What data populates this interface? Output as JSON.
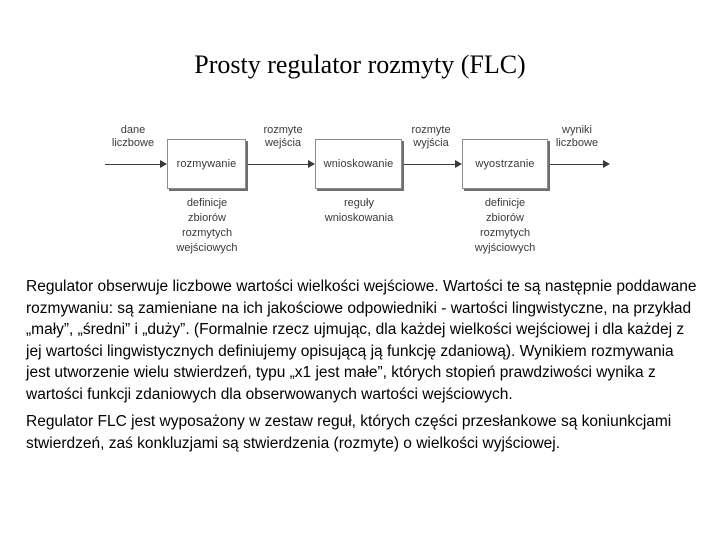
{
  "slide": {
    "title": "Prosty regulator rozmyty (FLC)"
  },
  "diagram": {
    "input_label_line1": "dane",
    "input_label_line2": "liczbowe",
    "output_label_line1": "wyniki",
    "output_label_line2": "liczbowe",
    "mid_label_1_line1": "rozmyte",
    "mid_label_1_line2": "wejścia",
    "mid_label_2_line1": "rozmyte",
    "mid_label_2_line2": "wyjścia",
    "boxes": [
      {
        "label": "rozmywanie"
      },
      {
        "label": "wnioskowanie"
      },
      {
        "label": "wyostrzanie"
      }
    ],
    "sub_captions": [
      {
        "line1": "definicje",
        "line2": "zbiorów",
        "line3": "rozmytych",
        "line4": "wejściowych"
      },
      {
        "line1": "reguły",
        "line2": "wnioskowania",
        "line3": "",
        "line4": ""
      },
      {
        "line1": "definicje",
        "line2": "zbiorów",
        "line3": "rozmytych",
        "line4": "wyjściowych"
      }
    ]
  },
  "content": {
    "paragraph_1": "Regulator obserwuje liczbowe wartości wielkości wejściowe. Wartości te są następnie poddawane rozmywaniu: są zamieniane na ich jakościowe odpowiedniki - wartości lingwistyczne, na przykład „mały”, „średni” i „duży”. (Formalnie rzecz ujmując, dla każdej wielkości wejściowej i dla każdej z jej wartości lingwistycznych definiujemy opisującą ją funkcję zdaniową). Wynikiem rozmywania jest utworzenie wielu stwierdzeń, typu „x1 jest małe”, których stopień prawdziwości wynika z wartości funkcji zdaniowych dla obserwowanych wartości wejściowych.",
    "paragraph_2": "Regulator FLC jest wyposażony w zestaw reguł, których części przesłankowe są koniunkcjami stwierdzeń, zaś konkluzjami są stwierdzenia (rozmyte) o wielkości wyjściowej."
  },
  "colors": {
    "background": "#ffffff",
    "text": "#000000",
    "diagram_stroke": "#8c8c8c",
    "diagram_text": "#3a3a3a",
    "diagram_shadow": "#6e6e6e"
  }
}
